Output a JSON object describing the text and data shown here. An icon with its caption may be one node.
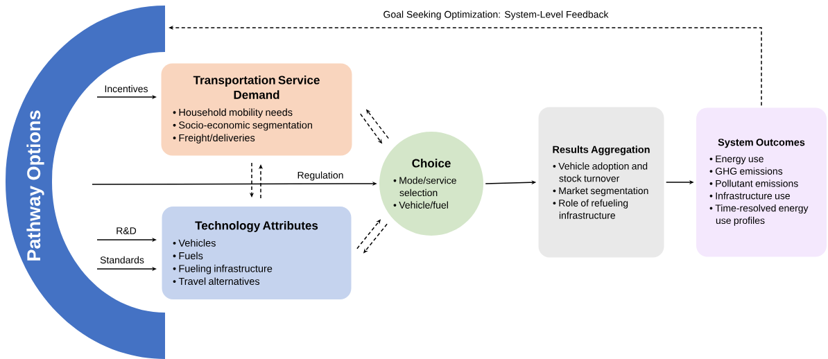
{
  "diagram": {
    "nodes": [
      {
        "text": [
          "Pathway Options"
        ]
      },
      {
        "text": [
          "Transportation Service Demand",
          "• Household mobility needs",
          "• Socio-economic segmentation",
          "• Freight/deliveries"
        ]
      },
      {
        "text": [
          "Technology Attributes",
          "• Vehicles",
          "• Fuels",
          "• Fueling infrastructure",
          "• Travel alternatives"
        ]
      },
      {
        "text": [
          "Choice",
          "• Mode/service selection",
          "• Vehicle/fuel"
        ]
      },
      {
        "text": [
          "Results Aggregation",
          "• Vehicle adoption and stock turnover",
          "• Market segmentation",
          "• Role of refueling infrastructure"
        ]
      },
      {
        "text": [
          "System Outcomes",
          "• Energy use",
          "• GHG emissions",
          "• Pollutant emissions",
          "• Infrastructure use",
          "• Time-resolved energy use profiles"
        ]
      }
    ],
    "edges": [
      {
        "from": 0,
        "to": 1,
        "arrow": "to",
        "label": "Incentives"
      },
      {
        "from": 0,
        "to": 3,
        "arrow": "to",
        "label": "Regulation"
      },
      {
        "from": 0,
        "to": 2,
        "arrow": "to",
        "label": "R&D"
      },
      {
        "from": 0,
        "to": 2,
        "arrow": "to",
        "label": "Standards"
      },
      {
        "from": 1,
        "to": 3,
        "arrow": "to",
        "style": "dashed"
      },
      {
        "from": 3,
        "to": 1,
        "arrow": "to",
        "style": "dashed"
      },
      {
        "from": 1,
        "to": 2,
        "arrow": "to",
        "style": "dashed"
      },
      {
        "from": 2,
        "to": 1,
        "arrow": "to",
        "style": "dashed"
      },
      {
        "from": 2,
        "to": 3,
        "arrow": "to",
        "style": "dashed"
      },
      {
        "from": 3,
        "to": 2,
        "arrow": "to",
        "style": "dashed"
      },
      {
        "from": 3,
        "to": 4,
        "arrow": "to"
      },
      {
        "from": 4,
        "to": 5,
        "arrow": "to"
      },
      {
        "from": 5,
        "to": 0,
        "arrow": "to",
        "style": "dashed",
        "label": "Goal Seeking Optimization: System-Level Feedback"
      }
    ]
  }
}
